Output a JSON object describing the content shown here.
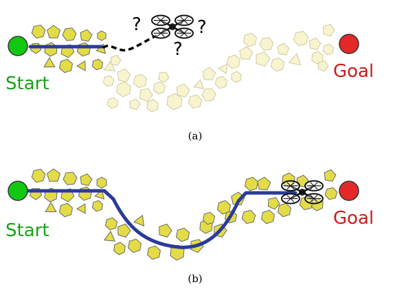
{
  "colors": {
    "start": "#11c911",
    "goal": "#e52828",
    "start_text": "#17a317",
    "goal_text": "#cc1b1b",
    "path": "#2a3b9a",
    "rock_known": "#e4dc47",
    "rock_unknown": "#f7f4cf",
    "rock_unknown_stroke": "#cfcaa0"
  },
  "panel_a": {
    "start_label": "Start",
    "goal_label": "Goal",
    "caption": "(a)",
    "question_marks": [
      "?",
      "?",
      "?"
    ]
  },
  "panel_b": {
    "start_label": "Start",
    "goal_label": "Goal",
    "caption": "(b)"
  },
  "icons": {
    "drone": "quadrotor-drone-icon"
  }
}
